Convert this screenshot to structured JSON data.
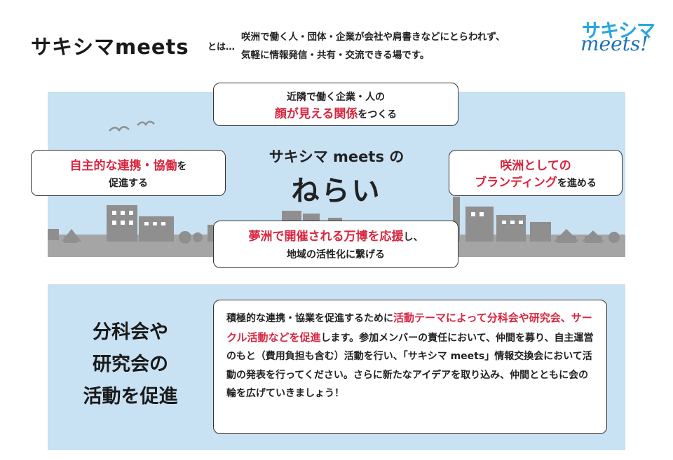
{
  "header": {
    "title": "サキシマmeets",
    "toha": "とは…",
    "intro_line1": "咲洲で働く人・団体・企業が会社や肩書きなどにとらわれず、",
    "intro_line2": "気軽に情報発信・共有・交流できる場です。",
    "logo_top": "サキシマ",
    "logo_bottom": "meets!"
  },
  "aims": {
    "center_line1": "サキシマ meets の",
    "center_line2": "ねらい",
    "top": {
      "line1": "近隣で働く企業・人の",
      "line2_red": "顔が見える関係",
      "line2_rest": "をつくる"
    },
    "left": {
      "line1_red": "自主的な連携・協働",
      "line1_rest": "を",
      "line2": "促進する"
    },
    "right": {
      "line1_red": "咲洲としての",
      "line2_red": "ブランディング",
      "line2_rest": "を進める"
    },
    "bottom": {
      "line1_red": "夢洲で開催される万博を応援",
      "line1_rest": "し、",
      "line2": "地域の活性化に繋げる"
    }
  },
  "activity": {
    "heading_line1": "分科会や",
    "heading_line2": "研究会の",
    "heading_line3": "活動を促進",
    "p1": "積極的な連携・協業を促進するために",
    "p2_red": "活動テーマによって分科会や研究会、サークル活動などを促進",
    "p3": "します。参加メンバーの責任において、仲間を募り、自主運営のもと（費用負担も含む）活動を行い、「サキシマ meets」情報交換会において活動の発表を行ってください。さらに新たなアイデアを取り込み、仲間とともに会の輪を広げていきましょう！"
  },
  "colors": {
    "accent_red": "#d8263f",
    "panel_blue": "#c8e1f3",
    "logo_blue": "#2aa7e0"
  }
}
